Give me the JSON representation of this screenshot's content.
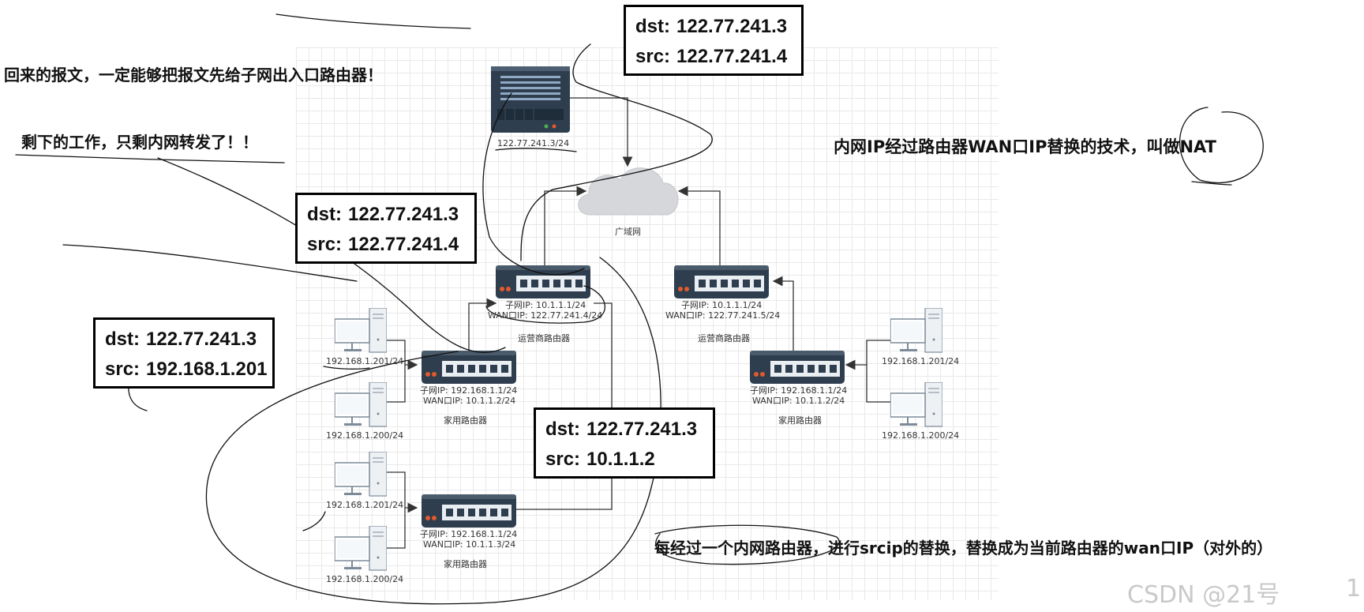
{
  "notes": {
    "return_packet": "回来的报文，一定能够把报文先给子网出入口路由器！",
    "remaining_work": "剩下的工作，只剩内网转发了！！",
    "nat_definition": "内网IP经过路由器WAN口IP替换的技术，叫做NAT",
    "srcip_replace": "每经过一个内网路由器，进行srcip的替换，替换成为当前路由器的wan口IP（对外的）"
  },
  "packets": [
    {
      "dst_label": "dst:",
      "dst": "122.77.241.3",
      "src_label": "src:",
      "src": "122.77.241.4"
    },
    {
      "dst_label": "dst:",
      "dst": "122.77.241.3",
      "src_label": "src:",
      "src": "122.77.241.4"
    },
    {
      "dst_label": "dst:",
      "dst": "122.77.241.3",
      "src_label": "src:",
      "src": "192.168.1.201"
    },
    {
      "dst_label": "dst:",
      "dst": "122.77.241.3",
      "src_label": "src:",
      "src": "10.1.1.2"
    }
  ],
  "server": {
    "ip": "122.77.241.3/24"
  },
  "cloud": {
    "label": "广域网"
  },
  "isp_routers": [
    {
      "subnet": "子网IP:   10.1.1.1/24",
      "wan": "WAN口IP:  122.77.241.4/24",
      "name": "运营商路由器"
    },
    {
      "subnet": "子网IP:   10.1.1.1/24",
      "wan": "WAN口IP:  122.77.241.5/24",
      "name": "运营商路由器"
    }
  ],
  "home_routers": [
    {
      "subnet": "子网IP:   192.168.1.1/24",
      "wan": "WAN口IP:  10.1.1.2/24",
      "name": "家用路由器"
    },
    {
      "subnet": "子网IP:   192.168.1.1/24",
      "wan": "WAN口IP:  10.1.1.3/24",
      "name": "家用路由器"
    },
    {
      "subnet": "子网IP:   192.168.1.1/24",
      "wan": "WAN口IP:  10.1.1.2/24",
      "name": "家用路由器"
    }
  ],
  "hosts": [
    "192.168.1.201/24",
    "192.168.1.200/24",
    "192.168.1.201/24",
    "192.168.1.200/24",
    "192.168.1.201/24",
    "192.168.1.200/24"
  ],
  "watermark": "CSDN @21号",
  "page_number": "1",
  "colors": {
    "device": "#2e3e4e",
    "port": "#e9eef3",
    "led": "#e2592d",
    "arrow": "#333333"
  }
}
